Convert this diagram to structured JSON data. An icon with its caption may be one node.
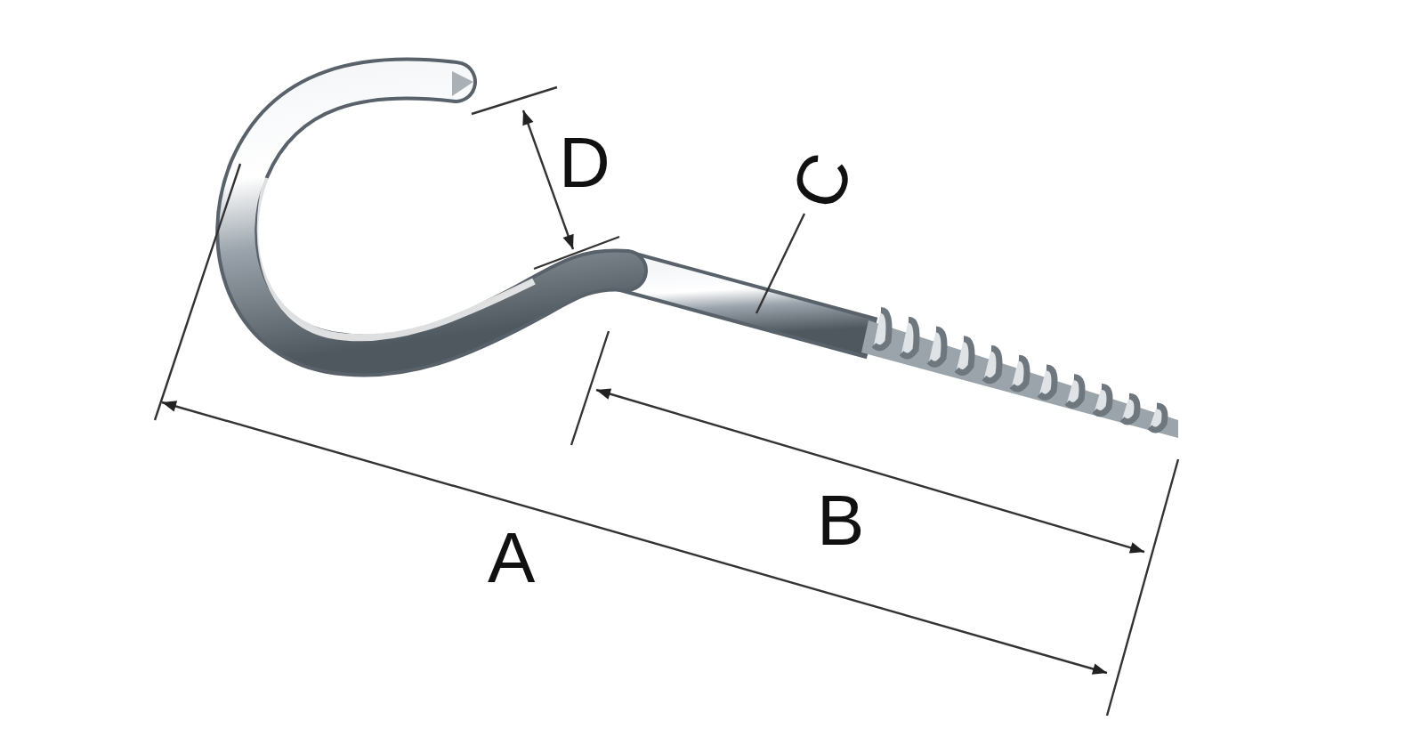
{
  "diagram": {
    "nodes": [
      {
        "text": [
          "C"
        ]
      },
      {
        "text": [],
        "shape": "picture"
      }
    ],
    "edges": [
      {
        "from": 0,
        "to": 1,
        "arrow": "none"
      }
    ],
    "labels": [
      "D",
      "B",
      "A"
    ]
  }
}
